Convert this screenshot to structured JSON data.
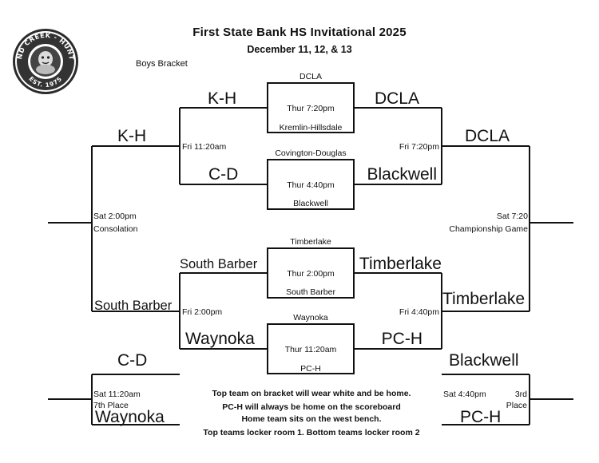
{
  "header": {
    "title": "First State Bank HS Invitational 2025",
    "dates": "December 11, 12, & 13",
    "bracket_label": "Boys Bracket"
  },
  "logo": {
    "text_top": "POND CREEK - HUNTER",
    "text_bottom": "EST. 1975"
  },
  "games": {
    "g1": {
      "team_top": "DCLA",
      "time": "Thur 7:20pm",
      "team_bottom": "Kremlin-Hillsdale"
    },
    "g2": {
      "team_top": "Covington-Douglas",
      "time": "Thur 4:40pm",
      "team_bottom": "Blackwell"
    },
    "g3": {
      "team_top": "Timberlake",
      "time": "Thur 2:00pm",
      "team_bottom": "South Barber"
    },
    "g4": {
      "team_top": "Waynoka",
      "time": "Thur 11:20am",
      "team_bottom": "PC-H"
    }
  },
  "results": {
    "g1_loser": "K-H",
    "g1_winner": "DCLA",
    "g2_loser": "C-D",
    "g2_winner": "Blackwell",
    "g3_loser": "South Barber",
    "g3_winner": "Timberlake",
    "g4_loser": "Waynoka",
    "g4_winner": "PC-H",
    "cons_semi1_winner": "K-H",
    "cons_semi2_winner": "South Barber",
    "champ_semi1_winner": "DCLA",
    "champ_semi2_winner": "Timberlake",
    "seventh_top": "C-D",
    "seventh_bottom": "Waynoka",
    "third_top": "Blackwell",
    "third_bottom": "PC-H"
  },
  "schedule": {
    "cons_semi1_time": "Fri 11:20am",
    "cons_semi2_time": "Fri 2:00pm",
    "champ_semi1_time": "Fri 7:20pm",
    "champ_semi2_time": "Fri 4:40pm",
    "consolation_time": "Sat 2:00pm",
    "consolation_label": "Consolation",
    "championship_time": "Sat 7:20",
    "championship_label": "Championship Game",
    "seventh_time": "Sat 11:20am",
    "seventh_label": "7th Place",
    "third_time": "Sat 4:40pm",
    "third_label_1": "3rd",
    "third_label_2": "Place"
  },
  "notes": [
    "Top team on bracket will wear white and be home.",
    "PC-H will always be home on the scoreboard",
    "Home team sits on the west bench.",
    "Top teams locker room 1.  Bottom teams locker room 2"
  ]
}
